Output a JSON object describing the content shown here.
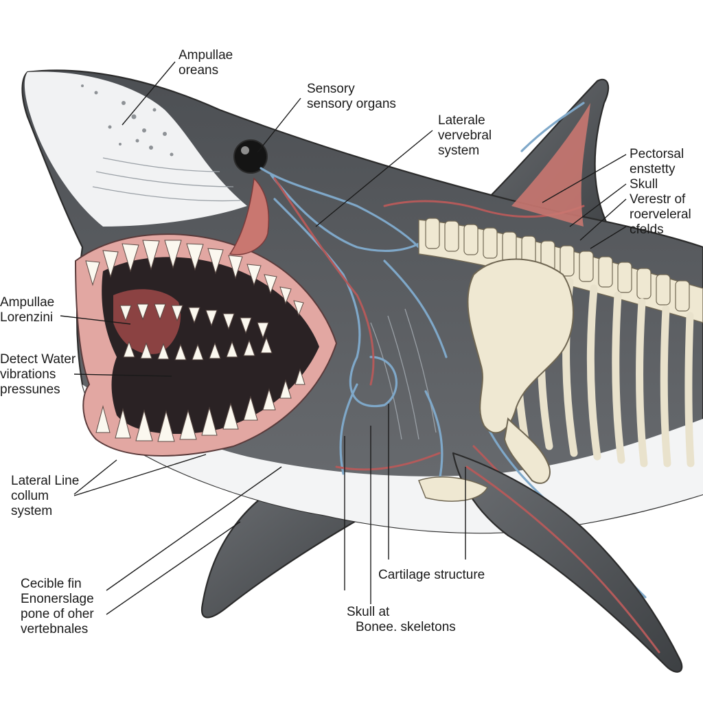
{
  "labels": {
    "ampullae_organs": [
      "Ampullae",
      "oreans"
    ],
    "sensory_organs": [
      "Sensory",
      "sensory organs"
    ],
    "laterale_system": [
      "Laterale",
      "vervebral",
      "system"
    ],
    "pectorsal": [
      "Pectorsal",
      "enstetty",
      "Skull",
      "Verestr of",
      "roerveleral",
      "cfelds"
    ],
    "ampullae_lorenzini": [
      "Ampullae",
      "Lorenzini"
    ],
    "detect_water": [
      "Detect Water",
      "vibrations",
      "pressunes"
    ],
    "lateral_line": [
      "Lateral Line",
      "collum",
      "system"
    ],
    "cecible_fin": [
      "Cecible fin",
      "Enonerslage",
      "pone of oher",
      "vertebnales"
    ],
    "cartilage": [
      "Cartilage structure"
    ],
    "skull_at": [
      "Skull at",
      "Bonee. skeletons"
    ]
  },
  "colors": {
    "body_dark": "#55585c",
    "belly": "#f3f4f5",
    "gum": "#e2a7a2",
    "mouth": "#2a2224",
    "bone": "#efe8d2",
    "nerve_blue": "#7fa8c9",
    "vessel_red": "#b45a5a"
  }
}
